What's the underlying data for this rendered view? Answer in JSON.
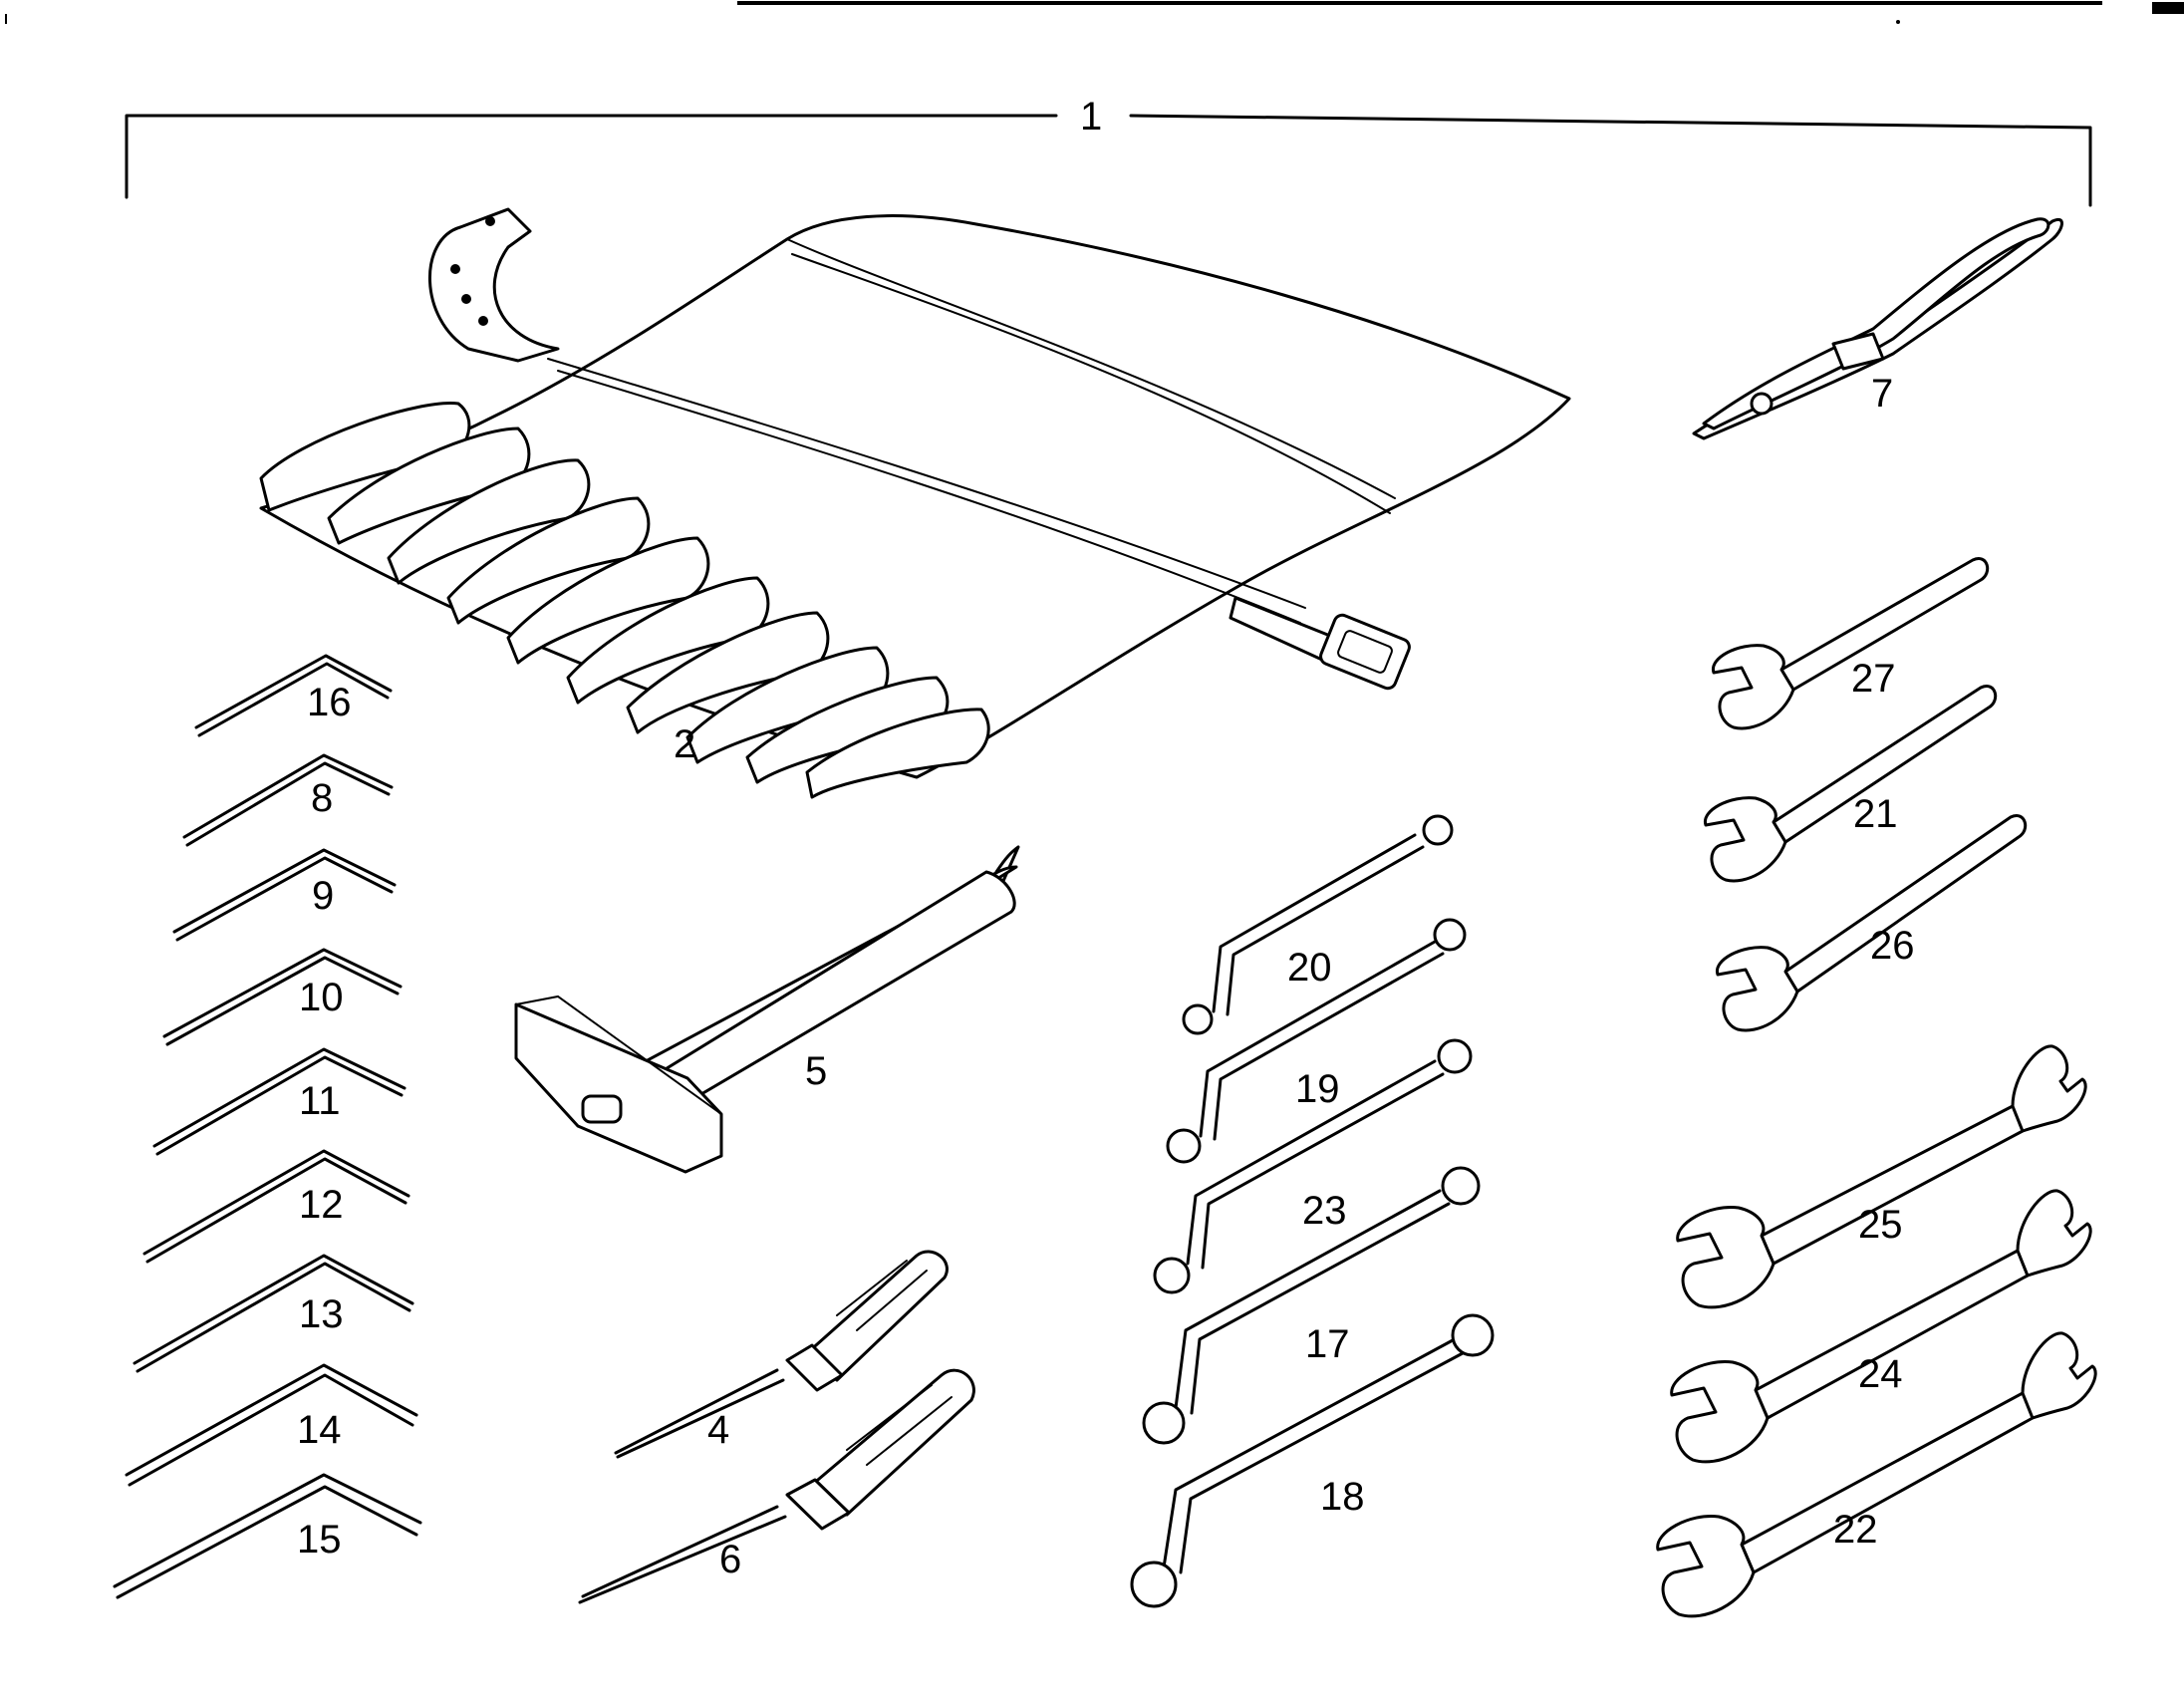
{
  "callouts": {
    "c1": "1",
    "c2": "2",
    "c4": "4",
    "c5": "5",
    "c6": "6",
    "c7": "7",
    "c8": "8",
    "c9": "9",
    "c10": "10",
    "c11": "11",
    "c12": "12",
    "c13": "13",
    "c14": "14",
    "c15": "15",
    "c16": "16",
    "c17": "17",
    "c18": "18",
    "c19": "19",
    "c20": "20",
    "c21": "21",
    "c22": "22",
    "c23": "23",
    "c24": "24",
    "c25": "25",
    "c26": "26",
    "c27": "27"
  },
  "colors": {
    "ink": "#000000",
    "paper": "#ffffff"
  }
}
